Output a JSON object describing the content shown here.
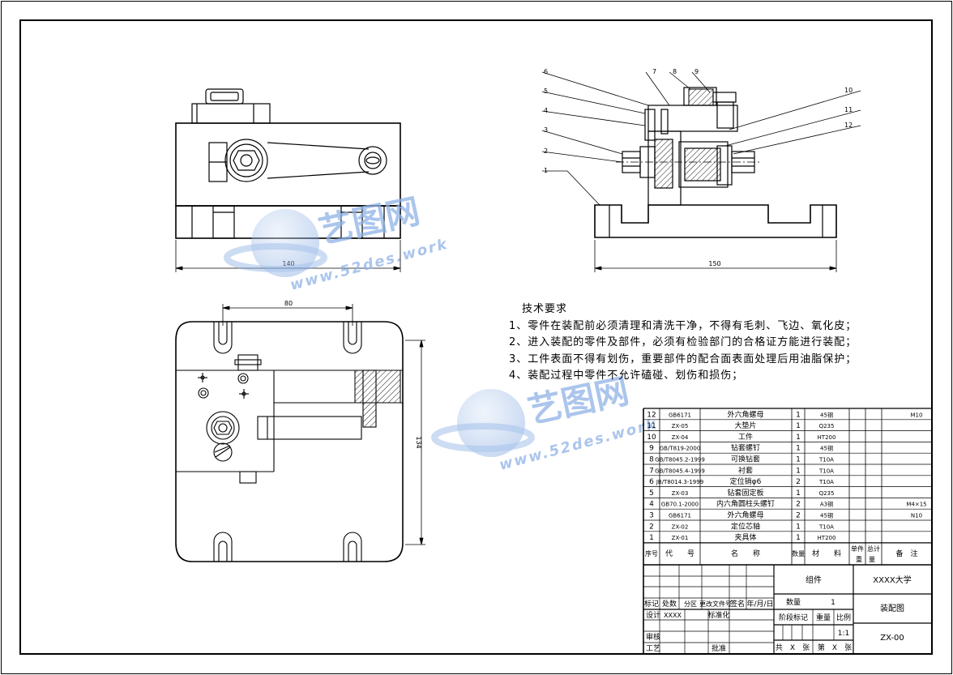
{
  "dims": {
    "front_width": "140",
    "side_width": "150",
    "top_spacing": "80",
    "top_height": "134"
  },
  "part_labels": [
    "1",
    "2",
    "3",
    "4",
    "5",
    "6",
    "7",
    "8",
    "9",
    "10",
    "11",
    "12"
  ],
  "tech_requirements": {
    "title": "技术要求",
    "items": [
      "1、零件在装配前必须清理和清洗干净，不得有毛刺、飞边、氧化皮；",
      "2、进入装配的零件及部件，必须有检验部门的合格证方能进行装配；",
      "3、工件表面不得有划伤，重要部件的配合面表面处理后用油脂保护；",
      "4、装配过程中零件不允许磕碰、划伤和损伤；"
    ]
  },
  "watermark": {
    "brand": "艺图网",
    "url": "www.52des.work"
  },
  "bom": {
    "rows": [
      {
        "no": "12",
        "code": "GB6171",
        "name": "外六角螺母",
        "qty": "1",
        "material": "45钢",
        "note": "M10"
      },
      {
        "no": "11",
        "code": "ZX-05",
        "name": "大垫片",
        "qty": "1",
        "material": "Q235",
        "note": ""
      },
      {
        "no": "10",
        "code": "ZX-04",
        "name": "工件",
        "qty": "1",
        "material": "HT200",
        "note": ""
      },
      {
        "no": "9",
        "code": "GB/T819-2000",
        "name": "钻套螺钉",
        "qty": "1",
        "material": "45钢",
        "note": ""
      },
      {
        "no": "8",
        "code": "GB/T8045.2-1999",
        "name": "可换钻套",
        "qty": "1",
        "material": "T10A",
        "note": ""
      },
      {
        "no": "7",
        "code": "GB/T8045.4-1999",
        "name": "衬套",
        "qty": "1",
        "material": "T10A",
        "note": ""
      },
      {
        "no": "6",
        "code": "JB/T8014.3-1999",
        "name": "定位销φ6",
        "qty": "2",
        "material": "T10A",
        "note": ""
      },
      {
        "no": "5",
        "code": "ZX-03",
        "name": "钻套固定板",
        "qty": "1",
        "material": "Q235",
        "note": ""
      },
      {
        "no": "4",
        "code": "GB70.1-2000",
        "name": "内六角圆柱头螺钉",
        "qty": "2",
        "material": "A3钢",
        "note": "M4×15"
      },
      {
        "no": "3",
        "code": "GB6171",
        "name": "外六角螺母",
        "qty": "2",
        "material": "45钢",
        "note": "N10"
      },
      {
        "no": "2",
        "code": "ZX-02",
        "name": "定位芯轴",
        "qty": "1",
        "material": "T10A",
        "note": ""
      },
      {
        "no": "1",
        "code": "ZX-01",
        "name": "夹具体",
        "qty": "1",
        "material": "HT200",
        "note": ""
      }
    ],
    "header": {
      "no": "序号",
      "code": "代　　号",
      "name": "名　　称",
      "qty": "数量",
      "material": "材　　料",
      "unit": "单件",
      "total": "总计",
      "weight": "重　量",
      "note": "备　注"
    }
  },
  "title_block": {
    "group": "组件",
    "university": "XXXX大学",
    "assembly": "装配图",
    "drawing_no": "ZX-00",
    "qty_label": "数量",
    "qty_value": "1",
    "stage_label": "阶段标记",
    "weight_label": "重量",
    "scale_label": "比例",
    "scale_value": "1:1",
    "sheets": "共　X　张",
    "sheet_no": "第　X　张",
    "mark": "标记",
    "place": "处数",
    "zone": "分区",
    "change_doc": "更改文件号",
    "sign": "签名",
    "date": "年/月/日",
    "design": "设计",
    "designer": "XXXX",
    "standard": "标准化",
    "review": "审核",
    "process": "工艺",
    "approve": "批准"
  }
}
